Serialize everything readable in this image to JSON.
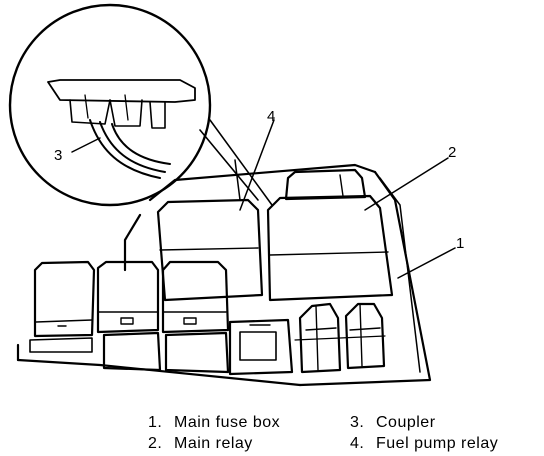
{
  "callouts": {
    "c1": "1",
    "c2": "2",
    "c3": "3",
    "c4": "4"
  },
  "legend": [
    {
      "num": "1.",
      "label": "Main fuse box"
    },
    {
      "num": "2.",
      "label": "Main relay"
    },
    {
      "num": "3.",
      "label": "Coupler"
    },
    {
      "num": "4.",
      "label": "Fuel pump relay"
    }
  ]
}
